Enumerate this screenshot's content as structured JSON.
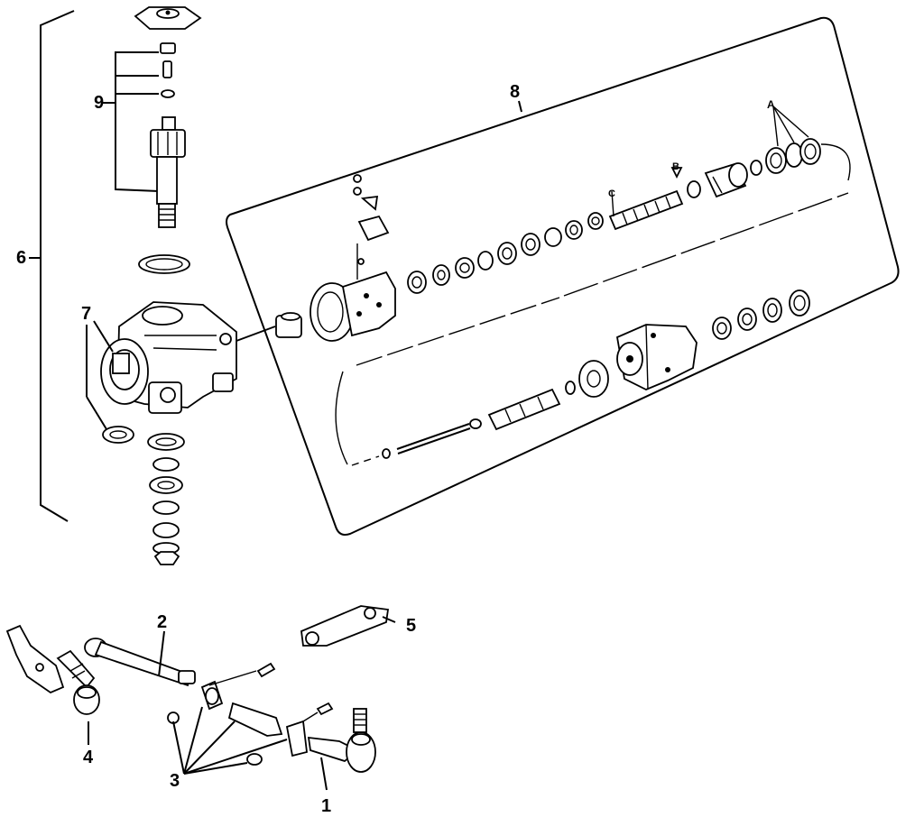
{
  "diagram": {
    "callouts": [
      {
        "id": "c1",
        "text": "1"
      },
      {
        "id": "c2",
        "text": "2"
      },
      {
        "id": "c3",
        "text": "3"
      },
      {
        "id": "c4",
        "text": "4"
      },
      {
        "id": "c5",
        "text": "5"
      },
      {
        "id": "c6",
        "text": "6"
      },
      {
        "id": "c7",
        "text": "7"
      },
      {
        "id": "c8",
        "text": "8"
      },
      {
        "id": "c9",
        "text": "9"
      },
      {
        "id": "cA",
        "text": "A"
      },
      {
        "id": "cB",
        "text": "B"
      },
      {
        "id": "cC",
        "text": "C"
      }
    ],
    "colors": {
      "ink": "#000000",
      "paper": "#ffffff"
    }
  }
}
